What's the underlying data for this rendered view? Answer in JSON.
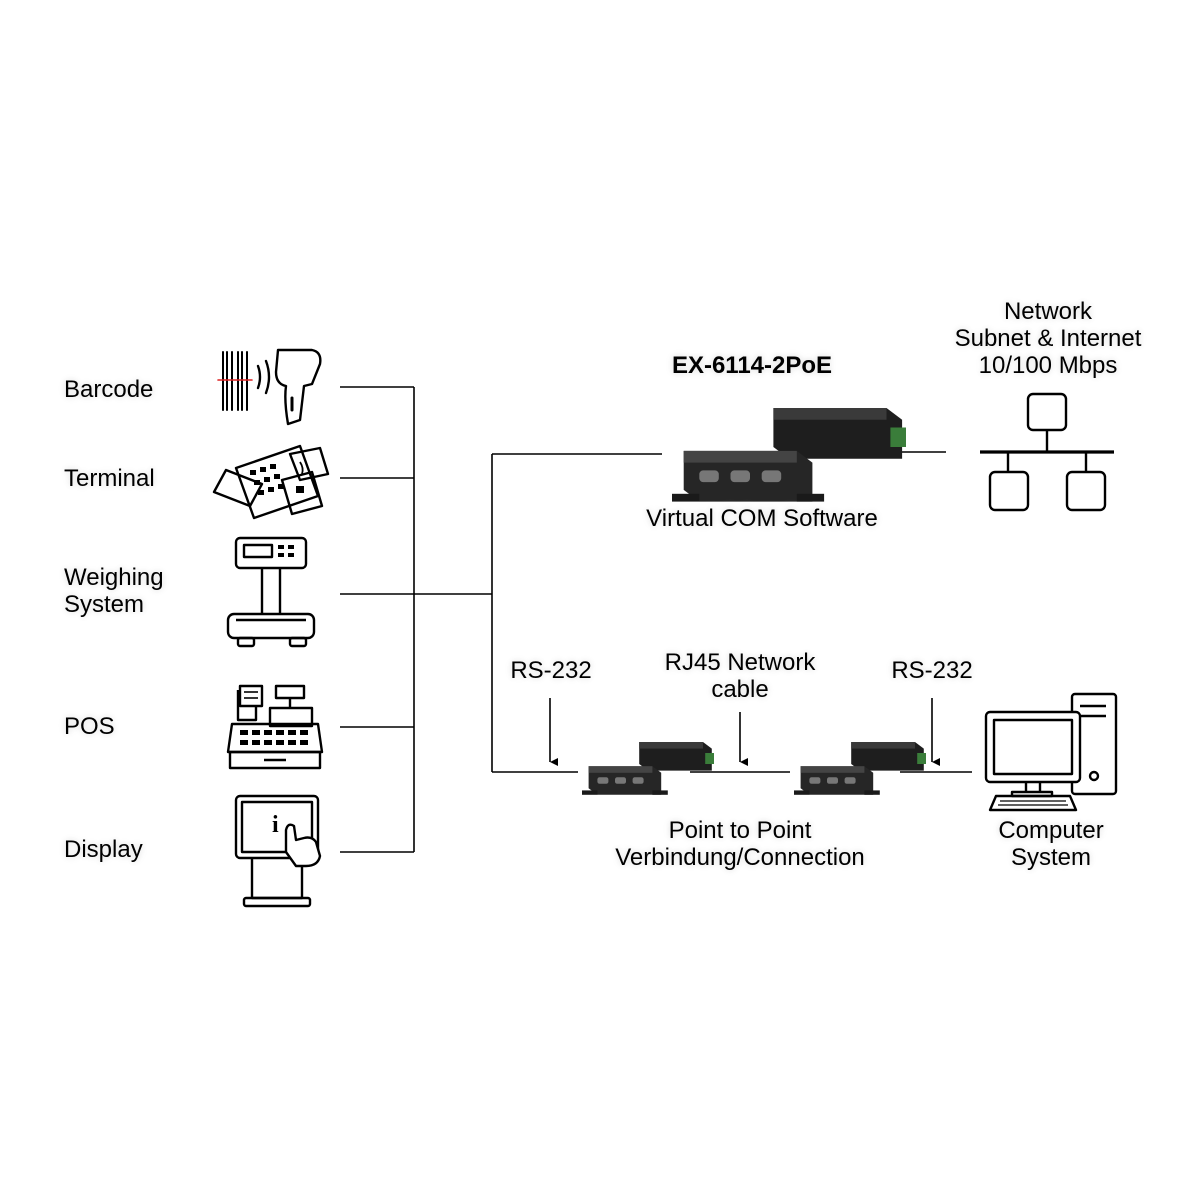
{
  "colors": {
    "line": "#000000",
    "device_body": "#2a2a2a",
    "terminal_block": "#3a7d3a",
    "background": "#ffffff"
  },
  "left_devices": [
    {
      "label_lines": [
        "Barcode"
      ],
      "icon": "barcode-scanner-icon"
    },
    {
      "label_lines": [
        "Terminal"
      ],
      "icon": "card-terminal-icon"
    },
    {
      "label_lines": [
        "Weighing",
        "System"
      ],
      "icon": "weighing-scale-icon"
    },
    {
      "label_lines": [
        "POS"
      ],
      "icon": "cash-register-icon"
    },
    {
      "label_lines": [
        "Display"
      ],
      "icon": "touch-kiosk-icon"
    }
  ],
  "main_device": {
    "name": "EX-6114-2PoE",
    "caption": "Virtual COM Software"
  },
  "network": {
    "label_lines": [
      "Network",
      "Subnet & Internet",
      "10/100 Mbps"
    ],
    "icon": "network-topology-icon"
  },
  "p2p": {
    "left_port": "RS-232",
    "cable_lines": [
      "RJ45 Network",
      "cable"
    ],
    "right_port": "RS-232",
    "caption_lines": [
      "Point to Point",
      "Verbindung/Connection"
    ]
  },
  "computer": {
    "label_lines": [
      "Computer",
      "System"
    ],
    "icon": "desktop-computer-icon"
  }
}
